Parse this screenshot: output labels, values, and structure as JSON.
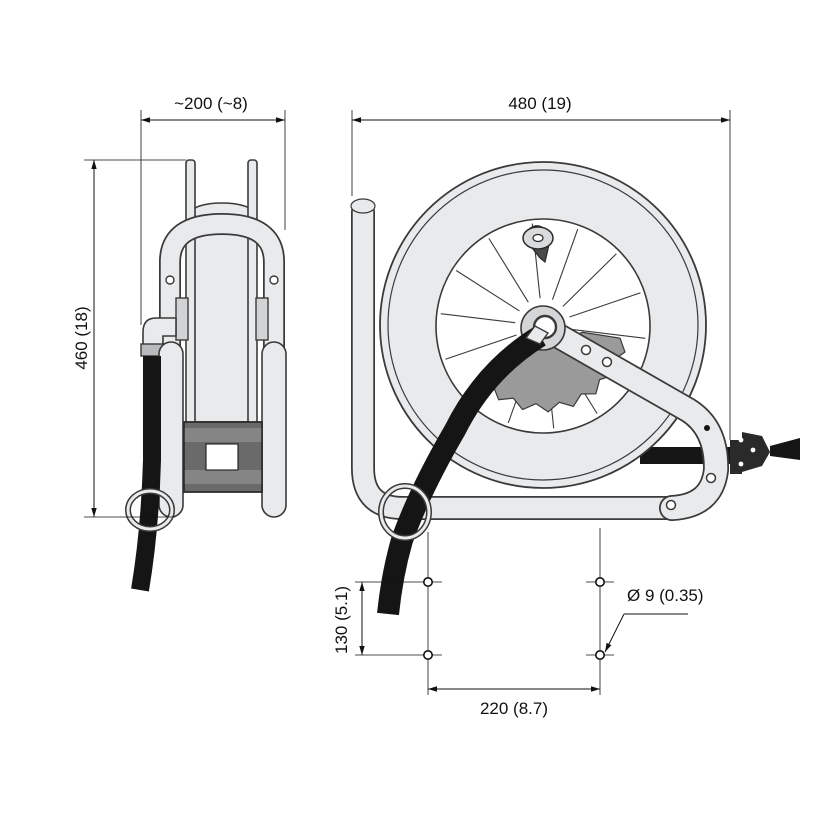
{
  "dimensions": {
    "width_side": "~200 (~8)",
    "width_front": "480 (19)",
    "height": "460 (18)",
    "hole_vertical_spacing": "130 (5.1)",
    "hole_horizontal_spacing": "220 (8.7)",
    "hole_diameter": "Ø 9 (0.35)"
  },
  "colors": {
    "metal": "#e9eaec",
    "outline": "#3a3a3a",
    "hose": "#151515",
    "gear": "#9a9a9a",
    "dark_part": "#5a5a5a"
  }
}
